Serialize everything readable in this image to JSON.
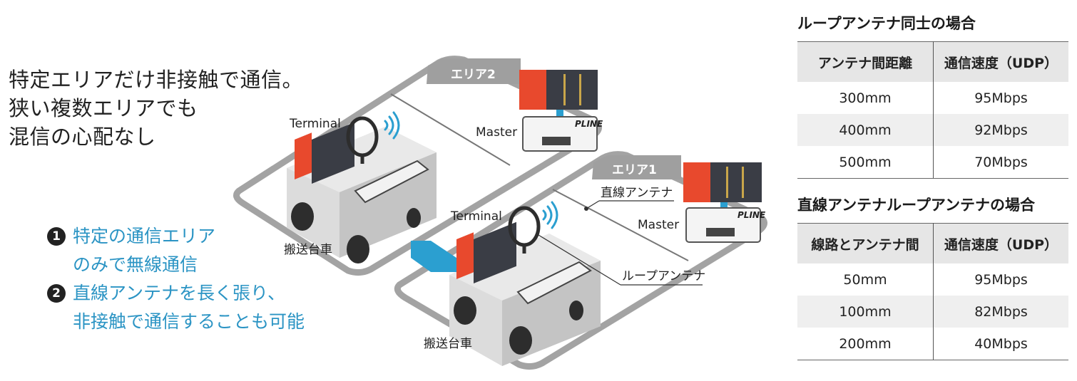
{
  "headline": [
    "特定エリアだけ非接触で通信。",
    "狭い複数エリアでも",
    "混信の心配なし"
  ],
  "features": [
    {
      "num": "1",
      "line1": "特定の通信エリア",
      "line2": "のみで無線通信"
    },
    {
      "num": "2",
      "line1": "直線アンテナを長く張り、",
      "line2": "非接触で通信することも可能"
    }
  ],
  "diagram": {
    "area1": "エリア1",
    "area2": "エリア2",
    "terminal_top": "Terminal",
    "terminal_bottom": "Terminal",
    "master_top": "Master",
    "master_bottom": "Master",
    "cart_top": "搬送台車",
    "cart_bottom": "搬送台車",
    "straight_antenna": "直線アンテナ",
    "loop_antenna": "ループアンテナ",
    "brand": "PLINE",
    "colors": {
      "rail": "#9a9a9a",
      "plc_red": "#e8492d",
      "signal_blue": "#2b9fd0",
      "cart": "#d8d8d8"
    }
  },
  "table1": {
    "title": "ループアンテナ同士の場合",
    "headers": [
      "アンテナ間距離",
      "通信速度（UDP）"
    ],
    "rows": [
      [
        "300mm",
        "95Mbps"
      ],
      [
        "400mm",
        "92Mbps"
      ],
      [
        "500mm",
        "70Mbps"
      ]
    ]
  },
  "table2": {
    "title": "直線アンテナループアンテナの場合",
    "headers": [
      "線路とアンテナ間",
      "通信速度（UDP）"
    ],
    "rows": [
      [
        "50mm",
        "95Mbps"
      ],
      [
        "100mm",
        "82Mbps"
      ],
      [
        "200mm",
        "40Mbps"
      ]
    ]
  }
}
